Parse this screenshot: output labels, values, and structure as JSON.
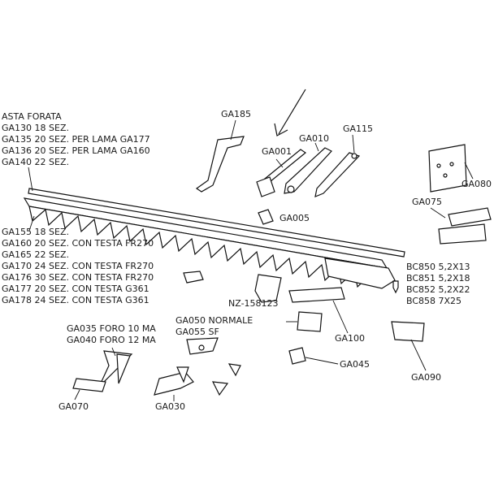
{
  "asta_forata": {
    "title": "ASTA FORATA",
    "lines": [
      "GA130 18 SEZ.",
      "GA135 20 SEZ. PER LAMA GA177",
      "GA136 20 SEZ. PER LAMA GA160",
      "GA140 22 SEZ."
    ]
  },
  "lame": {
    "lines": [
      "GA155 18 SEZ.",
      "GA160 20 SEZ. CON TESTA FR270",
      "GA165 22 SEZ.",
      "GA170 24 SEZ. CON TESTA FR270",
      "GA176 30 SEZ. CON TESTA FR270",
      "GA177 20 SEZ. CON TESTA G361",
      "GA178 24 SEZ. CON TESTA G361"
    ]
  },
  "bc": {
    "lines": [
      "BC850 5,2X13",
      "BC851 5,2X18",
      "BC852 5,2X22",
      "BC858 7X25"
    ]
  },
  "guards": {
    "lines": [
      "GA035 FORO 10 MA",
      "GA040 FORO 12 MA"
    ]
  },
  "clamps": {
    "lines": [
      "GA050 NORMALE",
      "GA055 SF"
    ]
  },
  "labels": {
    "ga185": "GA185",
    "ga001": "GA001",
    "ga010": "GA010",
    "ga115": "GA115",
    "ga005": "GA005",
    "ga080": "GA080",
    "ga075": "GA075",
    "nz": "NZ-158123",
    "ga100": "GA100",
    "ga045": "GA045",
    "ga090": "GA090",
    "ga070": "GA070",
    "ga030": "GA030"
  }
}
